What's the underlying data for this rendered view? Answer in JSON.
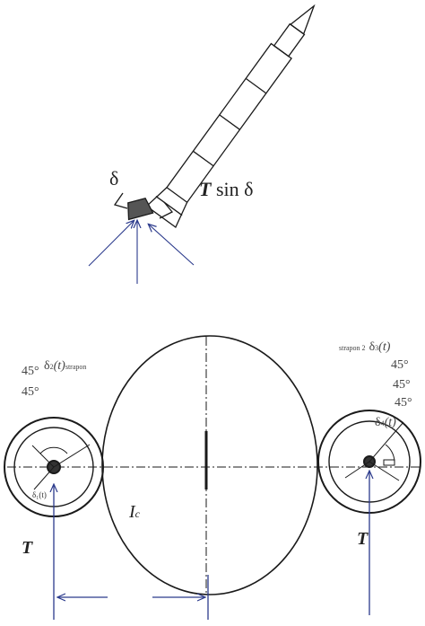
{
  "top": {
    "delta": "δ",
    "thrust_T": "T",
    "thrust_sin": " sin δ"
  },
  "bottom": {
    "left": {
      "ang1": "45°",
      "ang2": "45°",
      "delta_sym": "δ",
      "delta_sub": "2",
      "delta_arg": "(t)",
      "delta_tail": "strapon",
      "inner": "δ₁(t)",
      "T": "T"
    },
    "right": {
      "strapon_label": "strapon 2",
      "delta_sym": "δ",
      "delta_sub": "3",
      "delta_arg": "(t)",
      "ang1": "45°",
      "ang2": "45°",
      "ang3": "45°",
      "delta4_sym": "δ",
      "delta4_sub": "4",
      "delta4_arg": "(t)",
      "T": "T"
    },
    "center_label_I": "I",
    "center_label_sub": "c"
  },
  "colors": {
    "ink": "#1a1a1a",
    "arrow": "#2b3a8c"
  }
}
